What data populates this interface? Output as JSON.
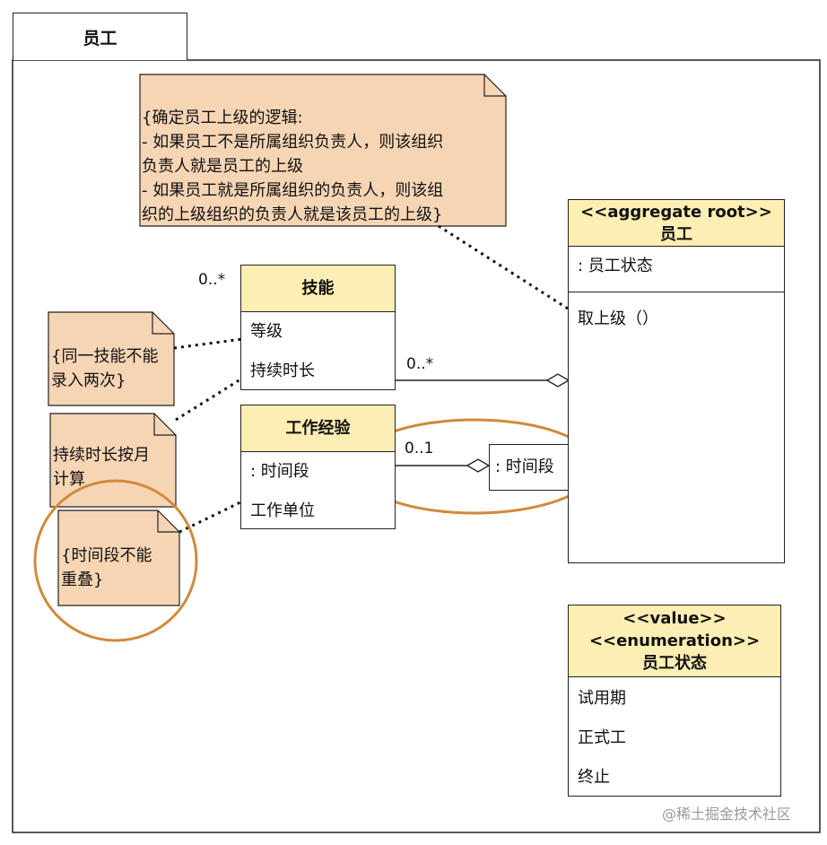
{
  "package": {
    "title": "员工"
  },
  "colors": {
    "class_header": "#fdeeb3",
    "note_fill": "#f6d5b5",
    "highlight_ring": "#d08a3a"
  },
  "classes": {
    "employee": {
      "stereotype": "<<aggregate root>>",
      "name": "员工",
      "attribute": ": 员工状态",
      "operation": "取上级（）"
    },
    "skill": {
      "name": "技能",
      "attributes": [
        "等级",
        "持续时长"
      ]
    },
    "experience": {
      "name": "工作经验",
      "attributes": [
        ": 时间段",
        "工作单位"
      ]
    },
    "time_period": {
      "name": ": 时间段"
    },
    "employee_status": {
      "stereotypes": [
        "<<value>>",
        "<<enumeration>>"
      ],
      "name": "员工状态",
      "values": [
        "试用期",
        "正式工",
        "终止"
      ]
    }
  },
  "notes": {
    "superior_logic": [
      "{确定员工上级的逻辑:",
      "- 如果员工不是所属组织负责人，则该组织",
      "负责人就是员工的上级",
      "- 如果员工就是所属组织的负责人，则该组",
      "织的上级组织的负责人就是该员工的上级}"
    ],
    "skill_unique": [
      "{同一技能不能",
      "录入两次}"
    ],
    "duration_month": [
      "持续时长按月",
      "计算"
    ],
    "no_overlap": [
      "{时间段不能",
      "重叠}"
    ]
  },
  "multiplicities": {
    "skill_top": "0..*",
    "skill_employee": "0..*",
    "experience_period": "0..1"
  },
  "watermark": "@稀土掘金技术社区"
}
